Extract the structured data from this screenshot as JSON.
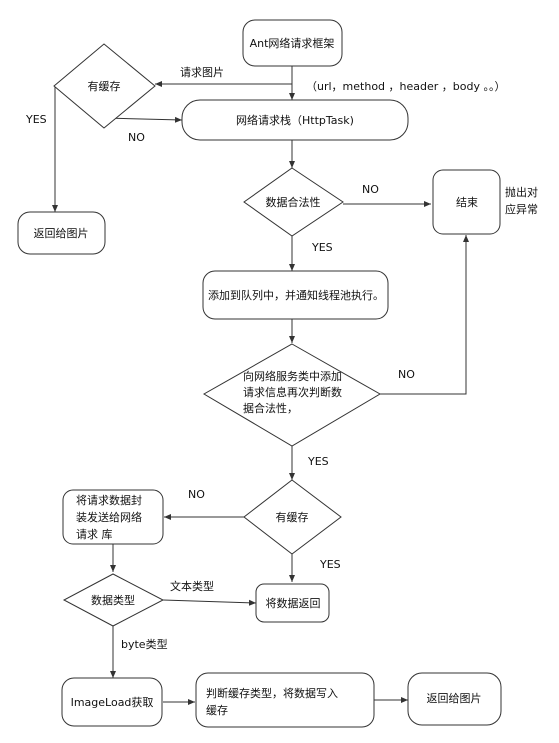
{
  "nodes": {
    "start": "Ant网络请求框架",
    "cache_check_1": "有缓存",
    "http_task": "网络请求栈（HttpTask)",
    "return_image_1": "返回给图片",
    "validate": "数据合法性",
    "end": "结束",
    "queue": "添加到队列中，并通知线程池执行。",
    "revalidate": [
      "向网络服务类中添加",
      "请求信息再次判断数",
      "据合法性，"
    ],
    "cache_check_2": "有缓存",
    "wrap_request": [
      "将请求数据封",
      "装发送给网络",
      "请求          库"
    ],
    "data_type": "数据类型",
    "return_data": "将数据返回",
    "image_load": "ImageLoad获取",
    "write_cache": [
      "判断缓存类型，将数据写入",
      "缓存"
    ],
    "return_image_2": "返回给图片"
  },
  "edge_labels": {
    "request_image": "请求图片",
    "params": "（url，method ，header ，body 。。）",
    "yes_cache_1": "YES",
    "no_cache_1": "NO",
    "no_validate": "NO",
    "throw_exception": [
      "抛出对",
      "应异常"
    ],
    "yes_validate": "YES",
    "no_revalidate": "NO",
    "yes_revalidate": "YES",
    "no_cache_2": "NO",
    "yes_cache_2": "YES",
    "text_type": "文本类型",
    "byte_type": "byte类型"
  }
}
